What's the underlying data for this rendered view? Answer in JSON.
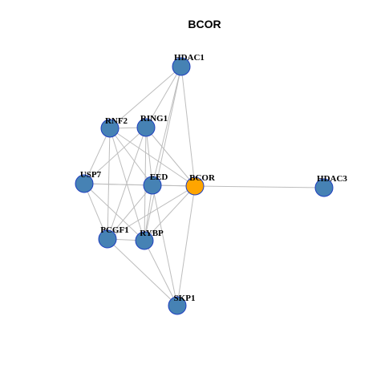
{
  "title": "BCOR",
  "colors": {
    "node_default": "#4682b4",
    "node_focus": "#ffa500",
    "node_border": "#1f3fbf",
    "edge": "#bdbdbd",
    "background": "#ffffff"
  },
  "nodes": [
    {
      "id": "HDAC1",
      "label": "HDAC1",
      "focus": false
    },
    {
      "id": "RNF2",
      "label": "RNF2",
      "focus": false
    },
    {
      "id": "RING1",
      "label": "RING1",
      "focus": false
    },
    {
      "id": "USP7",
      "label": "USP7",
      "focus": false
    },
    {
      "id": "EED",
      "label": "EED",
      "focus": false
    },
    {
      "id": "BCOR",
      "label": "BCOR",
      "focus": true
    },
    {
      "id": "HDAC3",
      "label": "HDAC3",
      "focus": false
    },
    {
      "id": "PCGF1",
      "label": "PCGF1",
      "focus": false
    },
    {
      "id": "RYBP",
      "label": "RYBP",
      "focus": false
    },
    {
      "id": "SKP1",
      "label": "SKP1",
      "focus": false
    }
  ],
  "edges": [
    [
      "HDAC1",
      "RNF2"
    ],
    [
      "HDAC1",
      "RING1"
    ],
    [
      "HDAC1",
      "EED"
    ],
    [
      "HDAC1",
      "BCOR"
    ],
    [
      "HDAC1",
      "RYBP"
    ],
    [
      "RNF2",
      "RING1"
    ],
    [
      "RNF2",
      "USP7"
    ],
    [
      "RNF2",
      "EED"
    ],
    [
      "RNF2",
      "BCOR"
    ],
    [
      "RNF2",
      "PCGF1"
    ],
    [
      "RNF2",
      "RYBP"
    ],
    [
      "RING1",
      "USP7"
    ],
    [
      "RING1",
      "EED"
    ],
    [
      "RING1",
      "BCOR"
    ],
    [
      "RING1",
      "PCGF1"
    ],
    [
      "RING1",
      "RYBP"
    ],
    [
      "USP7",
      "EED"
    ],
    [
      "USP7",
      "BCOR"
    ],
    [
      "USP7",
      "PCGF1"
    ],
    [
      "USP7",
      "RYBP"
    ],
    [
      "EED",
      "BCOR"
    ],
    [
      "EED",
      "PCGF1"
    ],
    [
      "EED",
      "RYBP"
    ],
    [
      "EED",
      "SKP1"
    ],
    [
      "BCOR",
      "HDAC3"
    ],
    [
      "BCOR",
      "PCGF1"
    ],
    [
      "BCOR",
      "RYBP"
    ],
    [
      "BCOR",
      "SKP1"
    ],
    [
      "PCGF1",
      "RYBP"
    ],
    [
      "PCGF1",
      "SKP1"
    ],
    [
      "RYBP",
      "SKP1"
    ]
  ]
}
